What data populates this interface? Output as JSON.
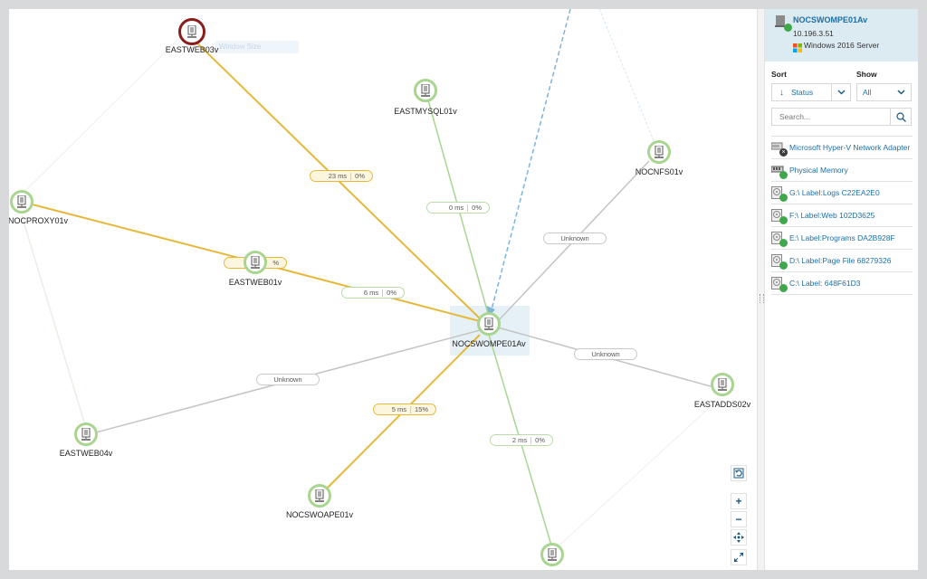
{
  "map": {
    "selection_ghost_text": "Window Size",
    "nodes": [
      {
        "id": "EASTWEB03v",
        "label": "EASTWEB03v",
        "status": "critical"
      },
      {
        "id": "EASTMYSQL01v",
        "label": "EASTMYSQL01v",
        "status": "up"
      },
      {
        "id": "NOCNFS01v",
        "label": "NOCNFS01v",
        "status": "up"
      },
      {
        "id": "NOCPROXY01v",
        "label": "NOCPROXY01v",
        "status": "up"
      },
      {
        "id": "EASTWEB01v",
        "label": "EASTWEB01v",
        "status": "up"
      },
      {
        "id": "NOCSWOMPE01Av",
        "label": "NOCSWOMPE01Av",
        "status": "up",
        "selected": true
      },
      {
        "id": "EASTADDS02v",
        "label": "EASTADDS02v",
        "status": "up"
      },
      {
        "id": "EASTWEB04v",
        "label": "EASTWEB04v",
        "status": "up"
      },
      {
        "id": "NOCSWOAPE01v",
        "label": "NOCSWOAPE01v",
        "status": "up"
      },
      {
        "id": "bottom-node",
        "label": "",
        "status": "up"
      }
    ],
    "links": [
      {
        "from": "EASTWEB03v",
        "to": "NOCSWOMPE01Av",
        "latency": "23 ms",
        "loss": "0%",
        "status": "warning"
      },
      {
        "from": "EASTMYSQL01v",
        "to": "NOCSWOMPE01Av",
        "latency": "0 ms",
        "loss": "0%",
        "status": "up"
      },
      {
        "from": "NOCNFS01v",
        "to": "NOCSWOMPE01Av",
        "latency": "Unknown",
        "status": "unknown"
      },
      {
        "from": "NOCPROXY01v",
        "to": "EASTWEB01v",
        "latency": "",
        "loss": "%",
        "status": "warning"
      },
      {
        "from": "EASTWEB01v",
        "to": "NOCSWOMPE01Av",
        "latency": "6 ms",
        "loss": "0%",
        "status": "warning"
      },
      {
        "from": "NOCSWOMPE01Av",
        "to": "EASTADDS02v",
        "latency": "Unknown",
        "status": "unknown"
      },
      {
        "from": "EASTWEB04v",
        "to": "NOCSWOMPE01Av",
        "latency": "Unknown",
        "status": "unknown"
      },
      {
        "from": "NOCSWOAPE01v",
        "to": "NOCSWOMPE01Av",
        "latency": "5 ms",
        "loss": "15%",
        "status": "warning"
      },
      {
        "from": "NOCSWOMPE01Av",
        "to": "bottom-node",
        "latency": "2 ms",
        "loss": "0%",
        "status": "up"
      }
    ],
    "colors": {
      "up": "#a8d58f",
      "warning": "#e6b83a",
      "unknown": "#c4c4c4",
      "critical": "#8a1c1c",
      "dependency": "#7fb3d6"
    },
    "controls": {
      "reset_layout": "reset-layout",
      "zoom_in": "+",
      "zoom_out": "−",
      "center": "center",
      "fullscreen": "fullscreen"
    }
  },
  "panel": {
    "node_name": "NOCSWOMPE01Av",
    "ip": "10.196.3.51",
    "os": "Windows 2016 Server",
    "sort_label": "Sort",
    "show_label": "Show",
    "sort_value": "Status",
    "show_value": "All",
    "search_placeholder": "Search...",
    "items": [
      {
        "label": "Microsoft Hyper-V Network Adapter",
        "icon": "network-adapter",
        "status": "unknown"
      },
      {
        "label": "Physical Memory",
        "icon": "memory",
        "status": "up"
      },
      {
        "label": "G:\\ Label:Logs C22EA2E0",
        "icon": "disk",
        "status": "up"
      },
      {
        "label": "F:\\ Label:Web 102D3625",
        "icon": "disk",
        "status": "up"
      },
      {
        "label": "E:\\ Label:Programs DA2B928F",
        "icon": "disk",
        "status": "up"
      },
      {
        "label": "D:\\ Label:Page File 68279326",
        "icon": "disk",
        "status": "up"
      },
      {
        "label": "C:\\ Label: 648F61D3",
        "icon": "disk",
        "status": "up"
      }
    ]
  }
}
